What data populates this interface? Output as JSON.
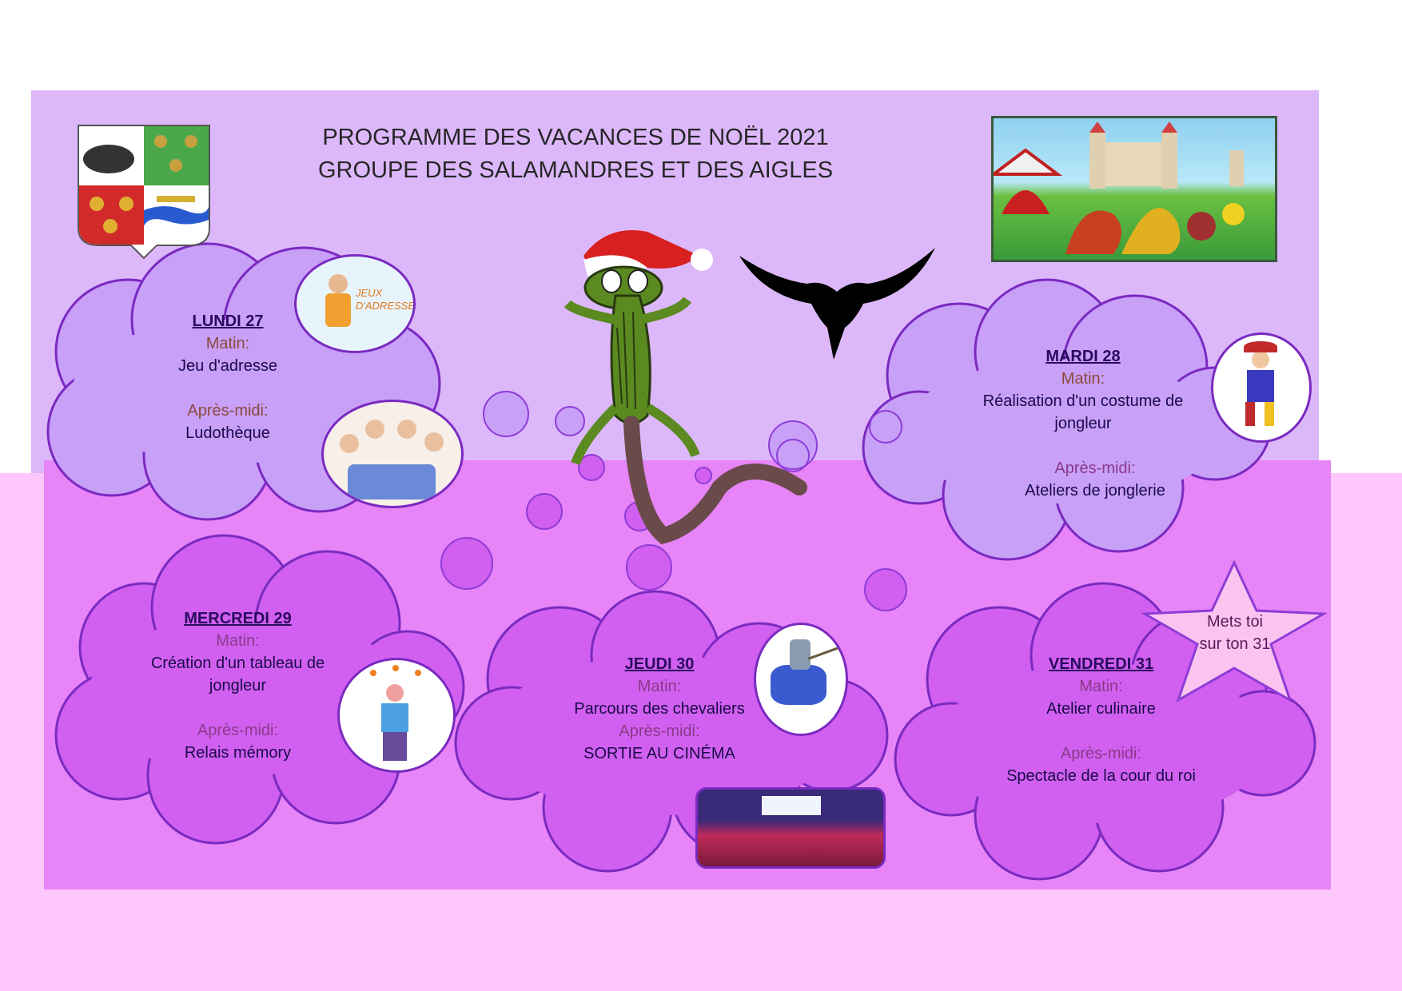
{
  "header": {
    "line1": "PROGRAMME DES VACANCES DE NOËL 2021",
    "line2": "GROUPE DES SALAMANDRES ET DES AIGLES"
  },
  "days": {
    "lundi": {
      "day": "LUNDI 27",
      "morning_label": "Matin:",
      "morning": "Jeu d'adresse",
      "afternoon_label": "Après-midi:",
      "afternoon": "Ludothèque"
    },
    "mardi": {
      "day": "MARDI 28",
      "morning_label": "Matin:",
      "morning_line1": "Réalisation d'un costume de",
      "morning_line2": "jongleur",
      "afternoon_label": "Après-midi:",
      "afternoon": "Ateliers de jonglerie"
    },
    "mercredi": {
      "day": "MERCREDI 29",
      "morning_label": "Matin:",
      "morning_line1": "Création d'un tableau de",
      "morning_line2": "jongleur",
      "afternoon_label": "Après-midi:",
      "afternoon": "Relais mémory"
    },
    "jeudi": {
      "day": "JEUDI 30",
      "morning_label": "Matin:",
      "morning": "Parcours des chevaliers",
      "afternoon_label": "Après-midi:",
      "afternoon": "SORTIE AU CINÉMA"
    },
    "vendredi": {
      "day": "VENDREDI 31",
      "morning_label": "Matin:",
      "morning": "Atelier culinaire",
      "afternoon_label": "Après-midi:",
      "afternoon": "Spectacle de la cour du roi"
    }
  },
  "star": {
    "line1": "Mets toi",
    "line2": "sur ton 31"
  },
  "jeu_adresse_sign": {
    "line1": "JEUX",
    "line2": "D'ADRESSE"
  },
  "colors": {
    "top_background": "#dcb8fb",
    "bottom_background": "#e784f7",
    "page_pink": "#fdc7fd",
    "cloud_top": "#c8a0f8",
    "cloud_bottom": "#d160f0",
    "cloud_outline": "#7a2ac0"
  }
}
